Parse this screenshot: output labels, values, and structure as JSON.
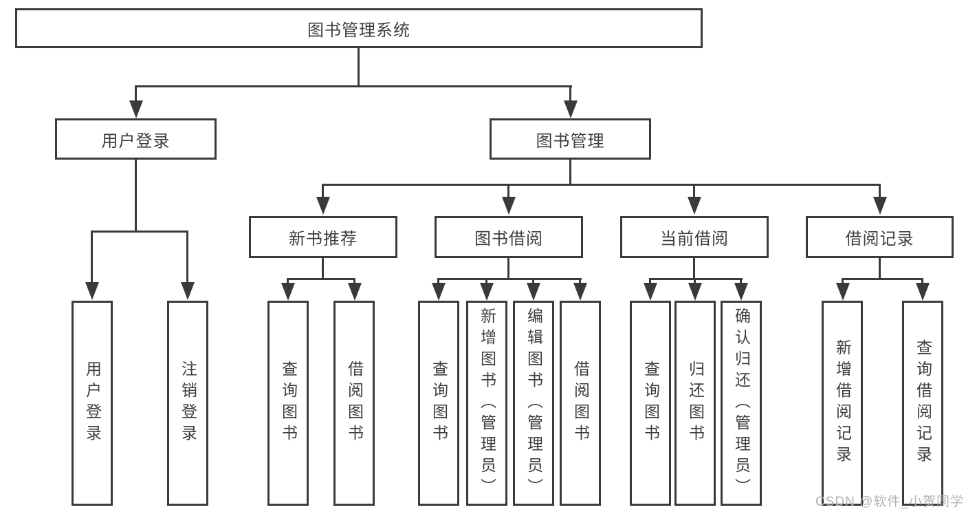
{
  "tree": {
    "label": "图书管理系统",
    "children": [
      {
        "label": "用户登录",
        "children": [
          {
            "label": "用户登录"
          },
          {
            "label": "注销登录"
          }
        ]
      },
      {
        "label": "图书管理",
        "children": [
          {
            "label": "新书推荐",
            "children": [
              {
                "label": "查询图书"
              },
              {
                "label": "借阅图书"
              }
            ]
          },
          {
            "label": "图书借阅",
            "children": [
              {
                "label": "查询图书"
              },
              {
                "label": "新增图书（管理员）"
              },
              {
                "label": "编辑图书（管理员）"
              },
              {
                "label": "借阅图书"
              }
            ]
          },
          {
            "label": "当前借阅",
            "children": [
              {
                "label": "查询图书"
              },
              {
                "label": "归还图书"
              },
              {
                "label": "确认归还（管理员）"
              }
            ]
          },
          {
            "label": "借阅记录",
            "children": [
              {
                "label": "新增借阅记录"
              },
              {
                "label": "查询借阅记录"
              }
            ]
          }
        ]
      }
    ]
  },
  "watermark": "CSDN @软件_小贺同学",
  "colors": {
    "line": "#3a3a3a",
    "text": "#3d3d3d",
    "watermark": "#b2b2b2",
    "background": "#ffffff"
  }
}
